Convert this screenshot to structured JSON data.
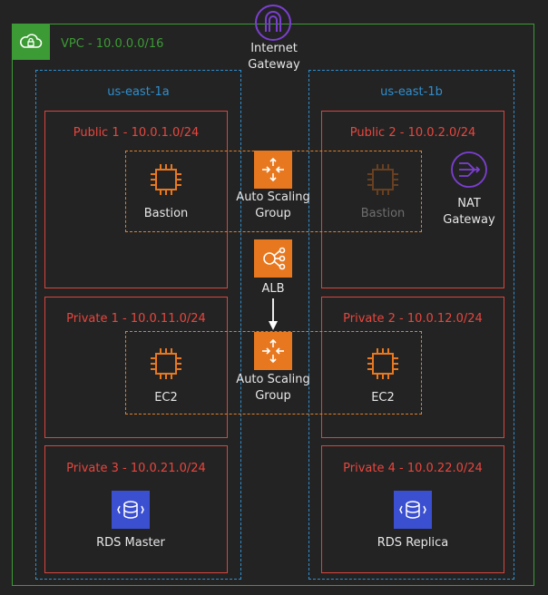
{
  "vpc": {
    "label": "VPC - 10.0.0.0/16"
  },
  "igw": {
    "label": "Internet Gateway"
  },
  "zones": [
    {
      "label": "us-east-1a"
    },
    {
      "label": "us-east-1b"
    }
  ],
  "subnets": {
    "public1": "Public 1 - 10.0.1.0/24",
    "public2": "Public 2 - 10.0.2.0/24",
    "private1": "Private 1 - 10.0.11.0/24",
    "private2": "Private 2 - 10.0.12.0/24",
    "private3": "Private 3 - 10.0.21.0/24",
    "private4": "Private 4 - 10.0.22.0/24"
  },
  "nodes": {
    "bastion": "Bastion",
    "bastion_standby": "Bastion",
    "asg_top": "Auto Scaling Group",
    "nat": "NAT Gateway",
    "alb": "ALB",
    "ec2_left": "EC2",
    "ec2_right": "EC2",
    "asg_bottom": "Auto Scaling Group",
    "rds_master": "RDS Master",
    "rds_replica": "RDS Replica"
  },
  "colors": {
    "vpc": "#3c9b34",
    "az": "#2e8fcf",
    "subnet": "#d9453d",
    "asg": "#e0812a",
    "compute": "#e8781f",
    "database": "#3b4fd1",
    "gateway": "#7b3fd0"
  }
}
